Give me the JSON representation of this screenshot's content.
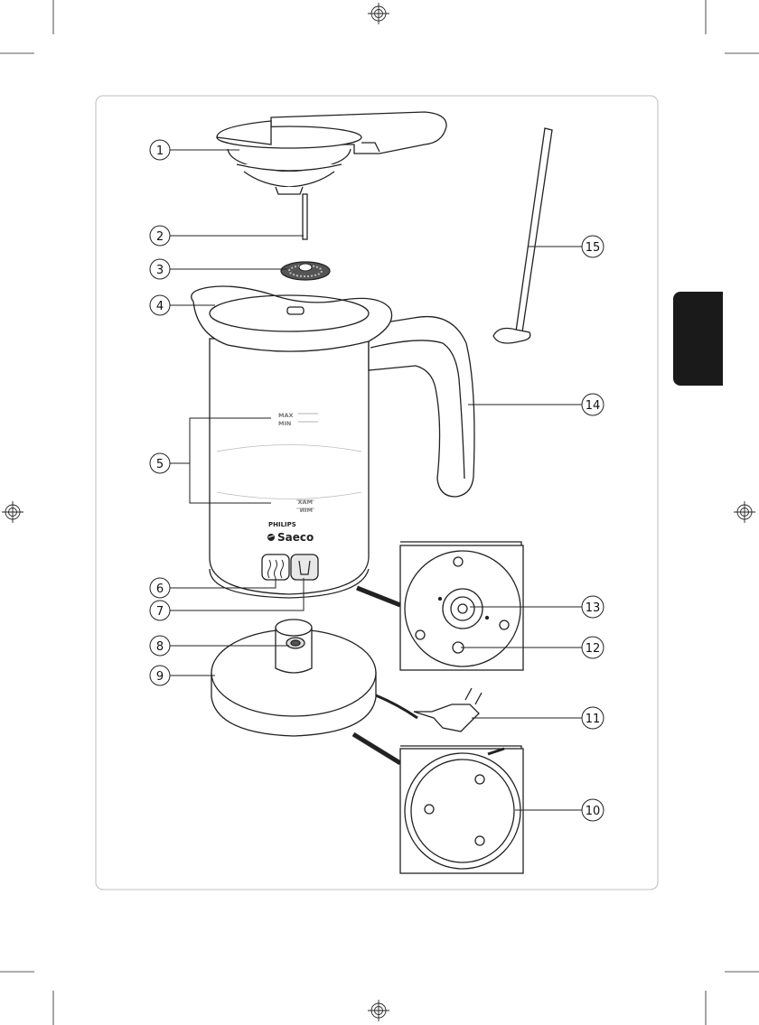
{
  "diagram": {
    "brand": {
      "maker": "PHILIPS",
      "product": "Saeco"
    },
    "level_marks": {
      "max": "MAX",
      "min": "MIN"
    },
    "callouts": [
      "1",
      "2",
      "3",
      "4",
      "5",
      "6",
      "7",
      "8",
      "9",
      "10",
      "11",
      "12",
      "13",
      "14",
      "15"
    ]
  },
  "colors": {
    "line": "#222222",
    "frame": "#bdbdbd",
    "tab": "#1a1a1a"
  }
}
